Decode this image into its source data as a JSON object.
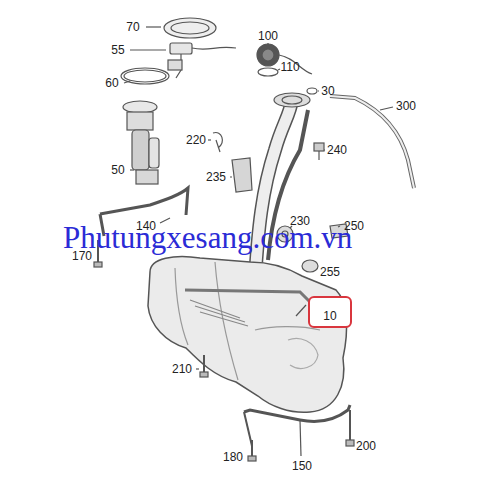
{
  "diagram": {
    "nodes": [
      {
        "text": [
          "10"
        ]
      }
    ],
    "labels": [
      "70",
      "55",
      "60",
      "100",
      "110",
      "30",
      "300",
      "220",
      "240",
      "235",
      "50",
      "140",
      "230",
      "250",
      "170",
      "255",
      "210",
      "180",
      "200",
      "150",
      "Phutungxesang.com.vn"
    ]
  }
}
